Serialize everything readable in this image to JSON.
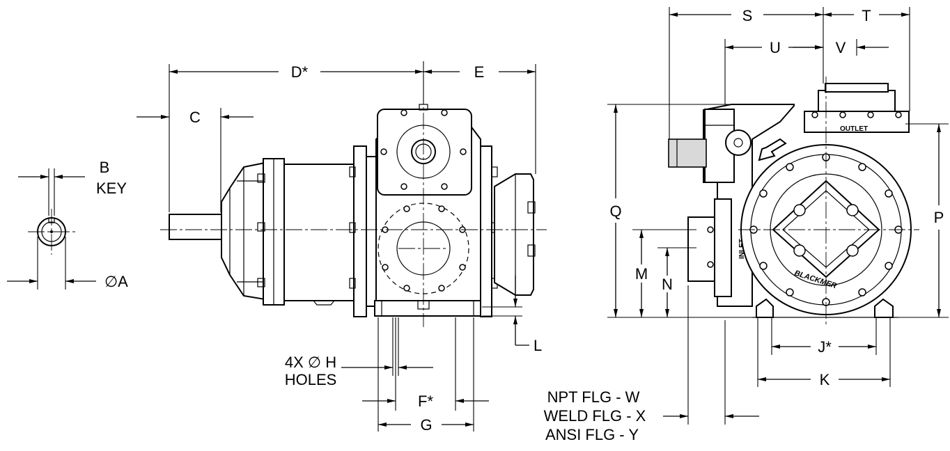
{
  "drawing": {
    "labels": {
      "A": "∅A",
      "B": "B",
      "key": "KEY",
      "C": "C",
      "D": "D*",
      "E": "E",
      "F": "F*",
      "G": "G",
      "holes_line1": "4X ∅ H",
      "holes_line2": "HOLES",
      "L": "L",
      "J": "J*",
      "K": "K",
      "M": "M",
      "N": "N",
      "P": "P",
      "Q": "Q",
      "S": "S",
      "T": "T",
      "U": "U",
      "V": "V",
      "flange_npt": "NPT FLG - W",
      "flange_weld": "WELD FLG - X",
      "flange_ansi": "ANSI FLG - Y"
    },
    "pump_markings": {
      "outlet": "OUTLET",
      "inlet": "INLET",
      "logo": "BLACKMER"
    }
  }
}
